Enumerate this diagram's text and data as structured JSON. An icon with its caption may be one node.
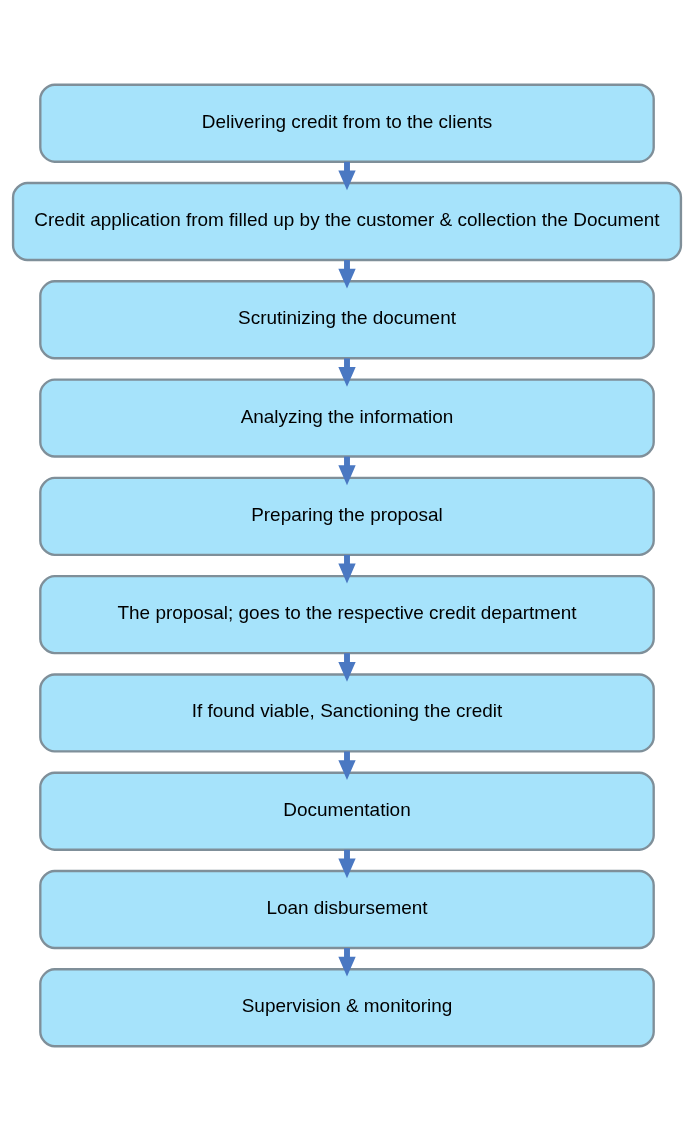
{
  "diagram": {
    "nodes": [
      {
        "text": [
          "Delivering credit from to the clients"
        ]
      },
      {
        "text": [
          "Credit application from filled up by the customer & collection the Document"
        ]
      },
      {
        "text": [
          "Scrutinizing the document"
        ]
      },
      {
        "text": [
          "Analyzing the information"
        ]
      },
      {
        "text": [
          "Preparing the proposal"
        ]
      },
      {
        "text": [
          "The proposal; goes to the respective credit department"
        ]
      },
      {
        "text": [
          "If found viable, Sanctioning the credit"
        ]
      },
      {
        "text": [
          "Documentation"
        ]
      },
      {
        "text": [
          "Loan disbursement"
        ]
      },
      {
        "text": [
          "Supervision & monitoring"
        ]
      }
    ],
    "edges": [
      {
        "from": 0,
        "to": 1,
        "arrow": "to"
      },
      {
        "from": 1,
        "to": 2,
        "arrow": "to"
      },
      {
        "from": 2,
        "to": 3,
        "arrow": "to"
      },
      {
        "from": 3,
        "to": 4,
        "arrow": "to"
      },
      {
        "from": 4,
        "to": 5,
        "arrow": "to"
      },
      {
        "from": 5,
        "to": 6,
        "arrow": "to"
      },
      {
        "from": 6,
        "to": 7,
        "arrow": "to"
      },
      {
        "from": 7,
        "to": 8,
        "arrow": "to"
      },
      {
        "from": 8,
        "to": 9,
        "arrow": "to"
      }
    ]
  }
}
